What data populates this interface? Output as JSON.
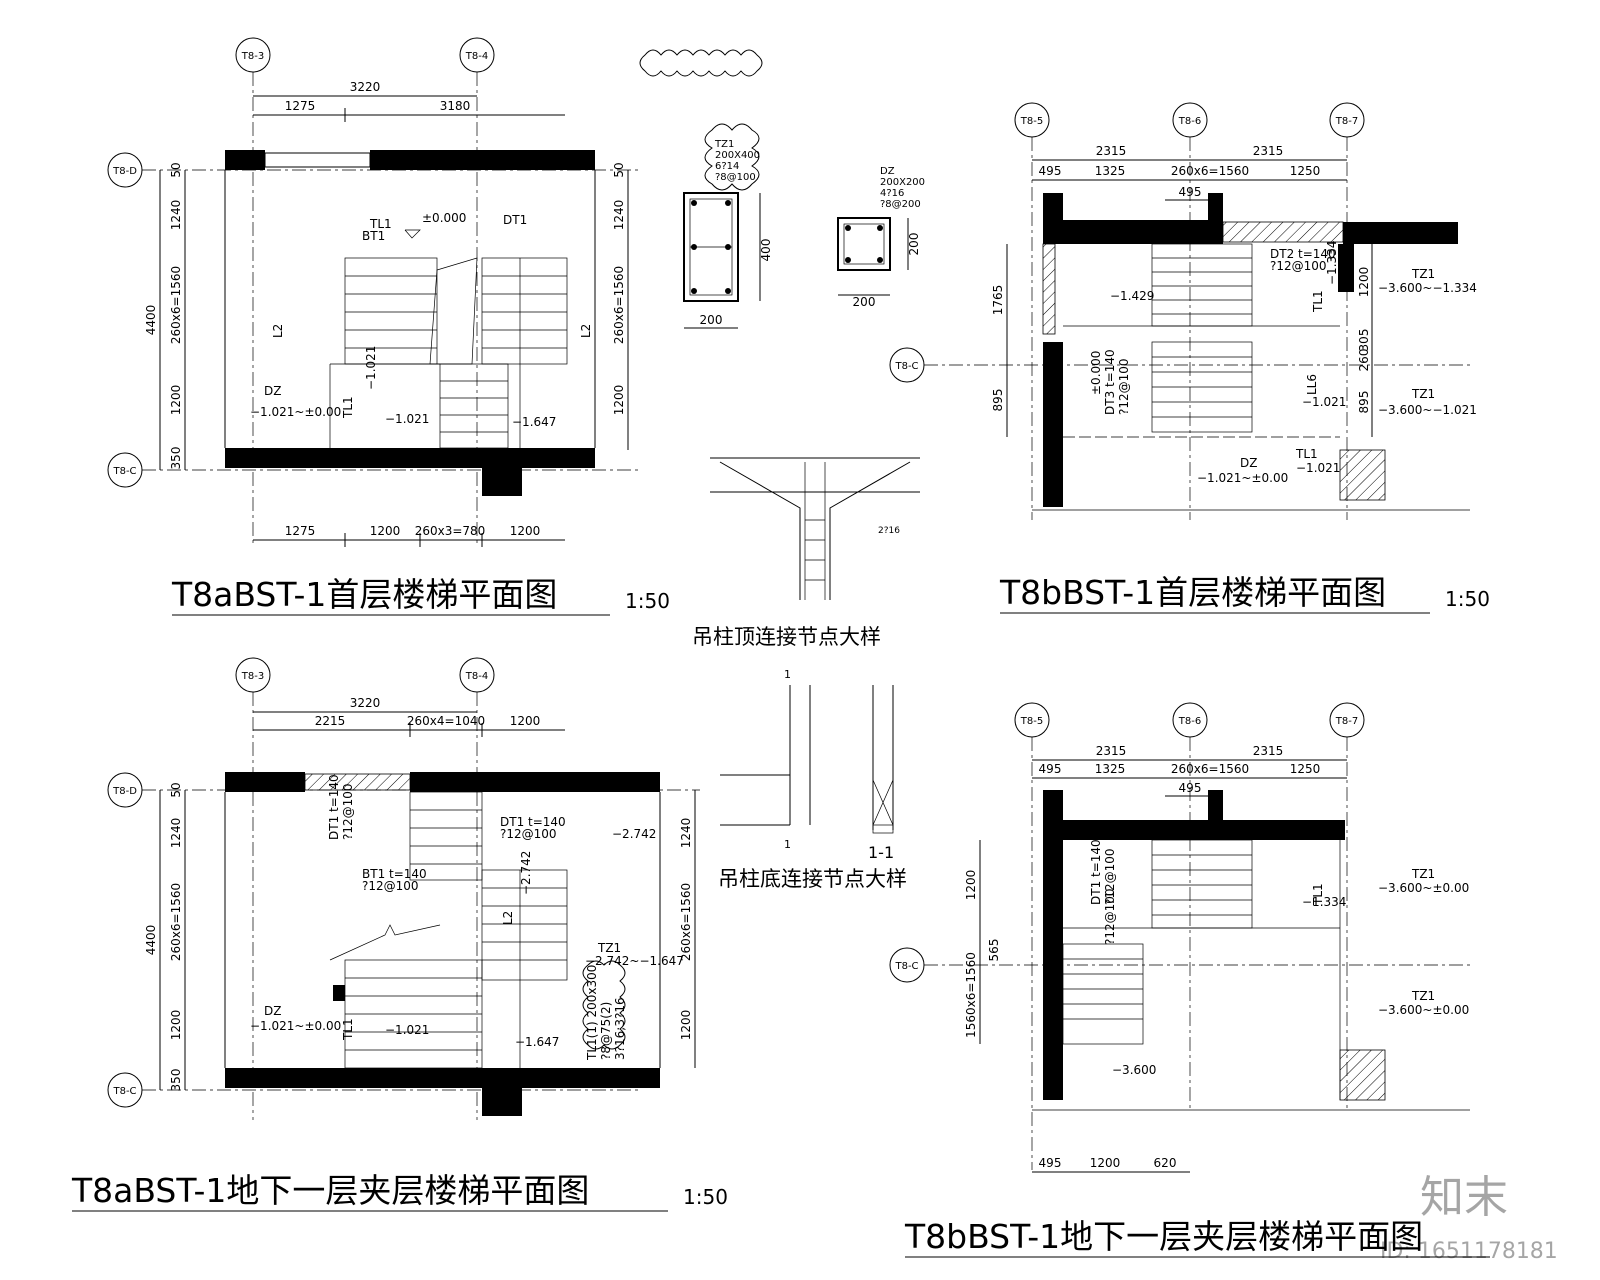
{
  "watermark": {
    "brand": "知末",
    "id": "ID: 1651178181"
  },
  "axes": {
    "t8_3": "T8-3",
    "t8_4": "T8-4",
    "t8_5": "T8-5",
    "t8_6": "T8-6",
    "t8_7": "T8-7",
    "t8_d": "T8-D",
    "t8_c": "T8-C"
  },
  "panel_a1": {
    "title": "T8aBST-1首层楼梯平面图",
    "scale": "1:50",
    "dims_top": [
      "3220",
      "1275",
      "3180"
    ],
    "dims_bottom": [
      "1275",
      "1200",
      "260x3=780",
      "1200"
    ],
    "dims_left": [
      "4400",
      "50",
      "1240",
      "260x6=1560",
      "1200",
      "350"
    ],
    "dims_right": [
      "50",
      "1240",
      "260x6=1560",
      "1200"
    ],
    "labels": [
      "TL1",
      "BT1",
      "±0.000",
      "DT1",
      "L2",
      "L2",
      "DZ",
      "−1.021~±0.00",
      "TL1",
      "−1.021",
      "−1.647",
      "−1.021"
    ]
  },
  "panel_b1": {
    "title": "T8bBST-1首层楼梯平面图",
    "scale": "1:50",
    "dims_top": [
      "2315",
      "2315",
      "495",
      "1325",
      "260x6=1560",
      "1250",
      "495"
    ],
    "dims_left": [
      "1765",
      "895"
    ],
    "dims_right": [
      "1200",
      "305",
      "260",
      "895"
    ],
    "labels": [
      "DT2 t=140",
      "?12@100",
      "−1.429",
      "TL1",
      "−1.334",
      "TZ1",
      "−3.600~−1.334",
      "±0.000",
      "DT3 t=140",
      "?12@100",
      "LL6",
      "−1.021",
      "TZ1",
      "−3.600~−1.021",
      "DZ",
      "−1.021~±0.00",
      "TL1",
      "−1.021"
    ]
  },
  "panel_a2": {
    "title": "T8aBST-1地下一层夹层楼梯平面图",
    "scale": "1:50",
    "dims_top": [
      "3220",
      "2215",
      "260x4=1040",
      "1200"
    ],
    "dims_left": [
      "4400",
      "50",
      "1240",
      "260x6=1560",
      "1200",
      "350"
    ],
    "dims_right": [
      "1240",
      "260x6=1560",
      "1200"
    ],
    "labels": [
      "DT1 t=140",
      "?12@100",
      "DT1 t=140",
      "?12@100",
      "−2.742",
      "BT1 t=140",
      "?12@100",
      "L2",
      "−2.742",
      "TZ1",
      "−2.742~−1.647",
      "DZ",
      "−1.021~±0.00",
      "TL1",
      "−1.021",
      "−1.647",
      "TL1(1) 200x300",
      "?8@75(2)",
      "3?16;3?16"
    ]
  },
  "panel_b2": {
    "title": "T8bBST-1地下一层夹层楼梯平面图",
    "dims_top": [
      "2315",
      "2315",
      "495",
      "1325",
      "260x6=1560",
      "1250",
      "495"
    ],
    "dims_bottom": [
      "495",
      "1200",
      "620"
    ],
    "dims_left": [
      "1200",
      "565",
      "1560x6=1560"
    ],
    "labels": [
      "DT1 t=140",
      "?12@100",
      "TL1",
      "−1.334",
      "TZ1",
      "−3.600~±0.00",
      "TZ1",
      "−3.600~±0.00",
      "−3.600",
      "?12@100"
    ]
  },
  "details": {
    "tz1": [
      "TZ1",
      "200X400",
      "6?14",
      "?8@100"
    ],
    "tz1_dims": [
      "400",
      "200"
    ],
    "dz": [
      "DZ",
      "200X200",
      "4?16",
      "?8@200"
    ],
    "dz_dims": [
      "200",
      "200"
    ],
    "node_top_caption": "吊柱顶连接节点大样",
    "node_bottom_caption": "吊柱底连接节点大样",
    "node_top_notes": [
      "2?16"
    ],
    "section_mark": "1-1",
    "section_ids": [
      "1",
      "1"
    ]
  }
}
